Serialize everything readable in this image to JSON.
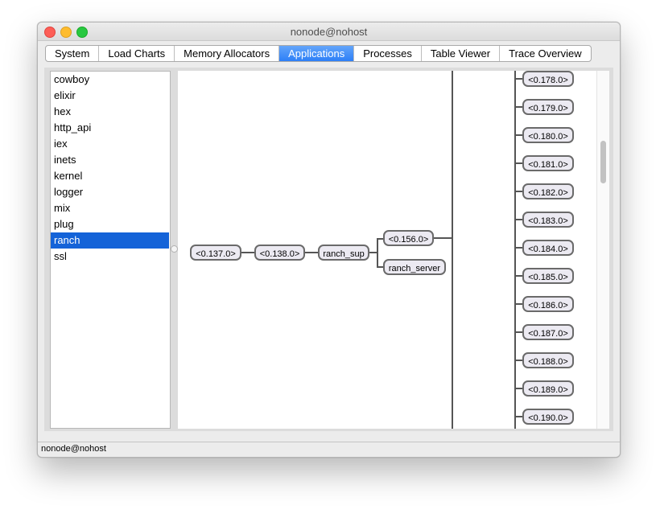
{
  "window": {
    "title": "nonode@nohost"
  },
  "tabs": [
    {
      "label": "System"
    },
    {
      "label": "Load Charts"
    },
    {
      "label": "Memory Allocators"
    },
    {
      "label": "Applications",
      "active": true
    },
    {
      "label": "Processes"
    },
    {
      "label": "Table Viewer"
    },
    {
      "label": "Trace Overview"
    }
  ],
  "applications": [
    {
      "label": "cowboy"
    },
    {
      "label": "elixir"
    },
    {
      "label": "hex"
    },
    {
      "label": "http_api"
    },
    {
      "label": "iex"
    },
    {
      "label": "inets"
    },
    {
      "label": "kernel"
    },
    {
      "label": "logger"
    },
    {
      "label": "mix"
    },
    {
      "label": "plug"
    },
    {
      "label": "ranch",
      "selected": true
    },
    {
      "label": "ssl"
    }
  ],
  "tree": {
    "root": "<0.137.0>",
    "second": "<0.138.0>",
    "sup": "ranch_sup",
    "branch_a": "<0.156.0>",
    "branch_b": "ranch_server",
    "children": [
      "<0.178.0>",
      "<0.179.0>",
      "<0.180.0>",
      "<0.181.0>",
      "<0.182.0>",
      "<0.183.0>",
      "<0.184.0>",
      "<0.185.0>",
      "<0.186.0>",
      "<0.187.0>",
      "<0.188.0>",
      "<0.189.0>",
      "<0.190.0>"
    ]
  },
  "colors": {
    "selection": "#1463d8",
    "tab_active": "#2d7ff7",
    "node_fill": "#eceaf2",
    "node_border": "#6a6a6a"
  },
  "statusbar": {
    "text": "nonode@nohost"
  }
}
